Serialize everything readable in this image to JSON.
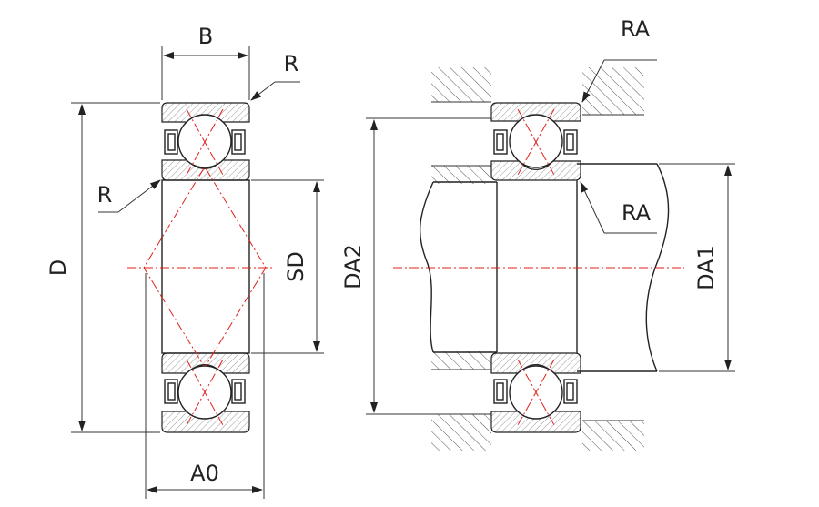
{
  "labels": {
    "b": "B",
    "r_top": "R",
    "r_left": "R",
    "d": "D",
    "sd": "SD",
    "a0": "A0",
    "ra_top": "RA",
    "ra_right": "RA",
    "da2": "DA2",
    "da1": "DA1"
  },
  "colors": {
    "line": "#222222",
    "centerline": "#e0211b",
    "ring_hatch": "#9a9a9a"
  }
}
